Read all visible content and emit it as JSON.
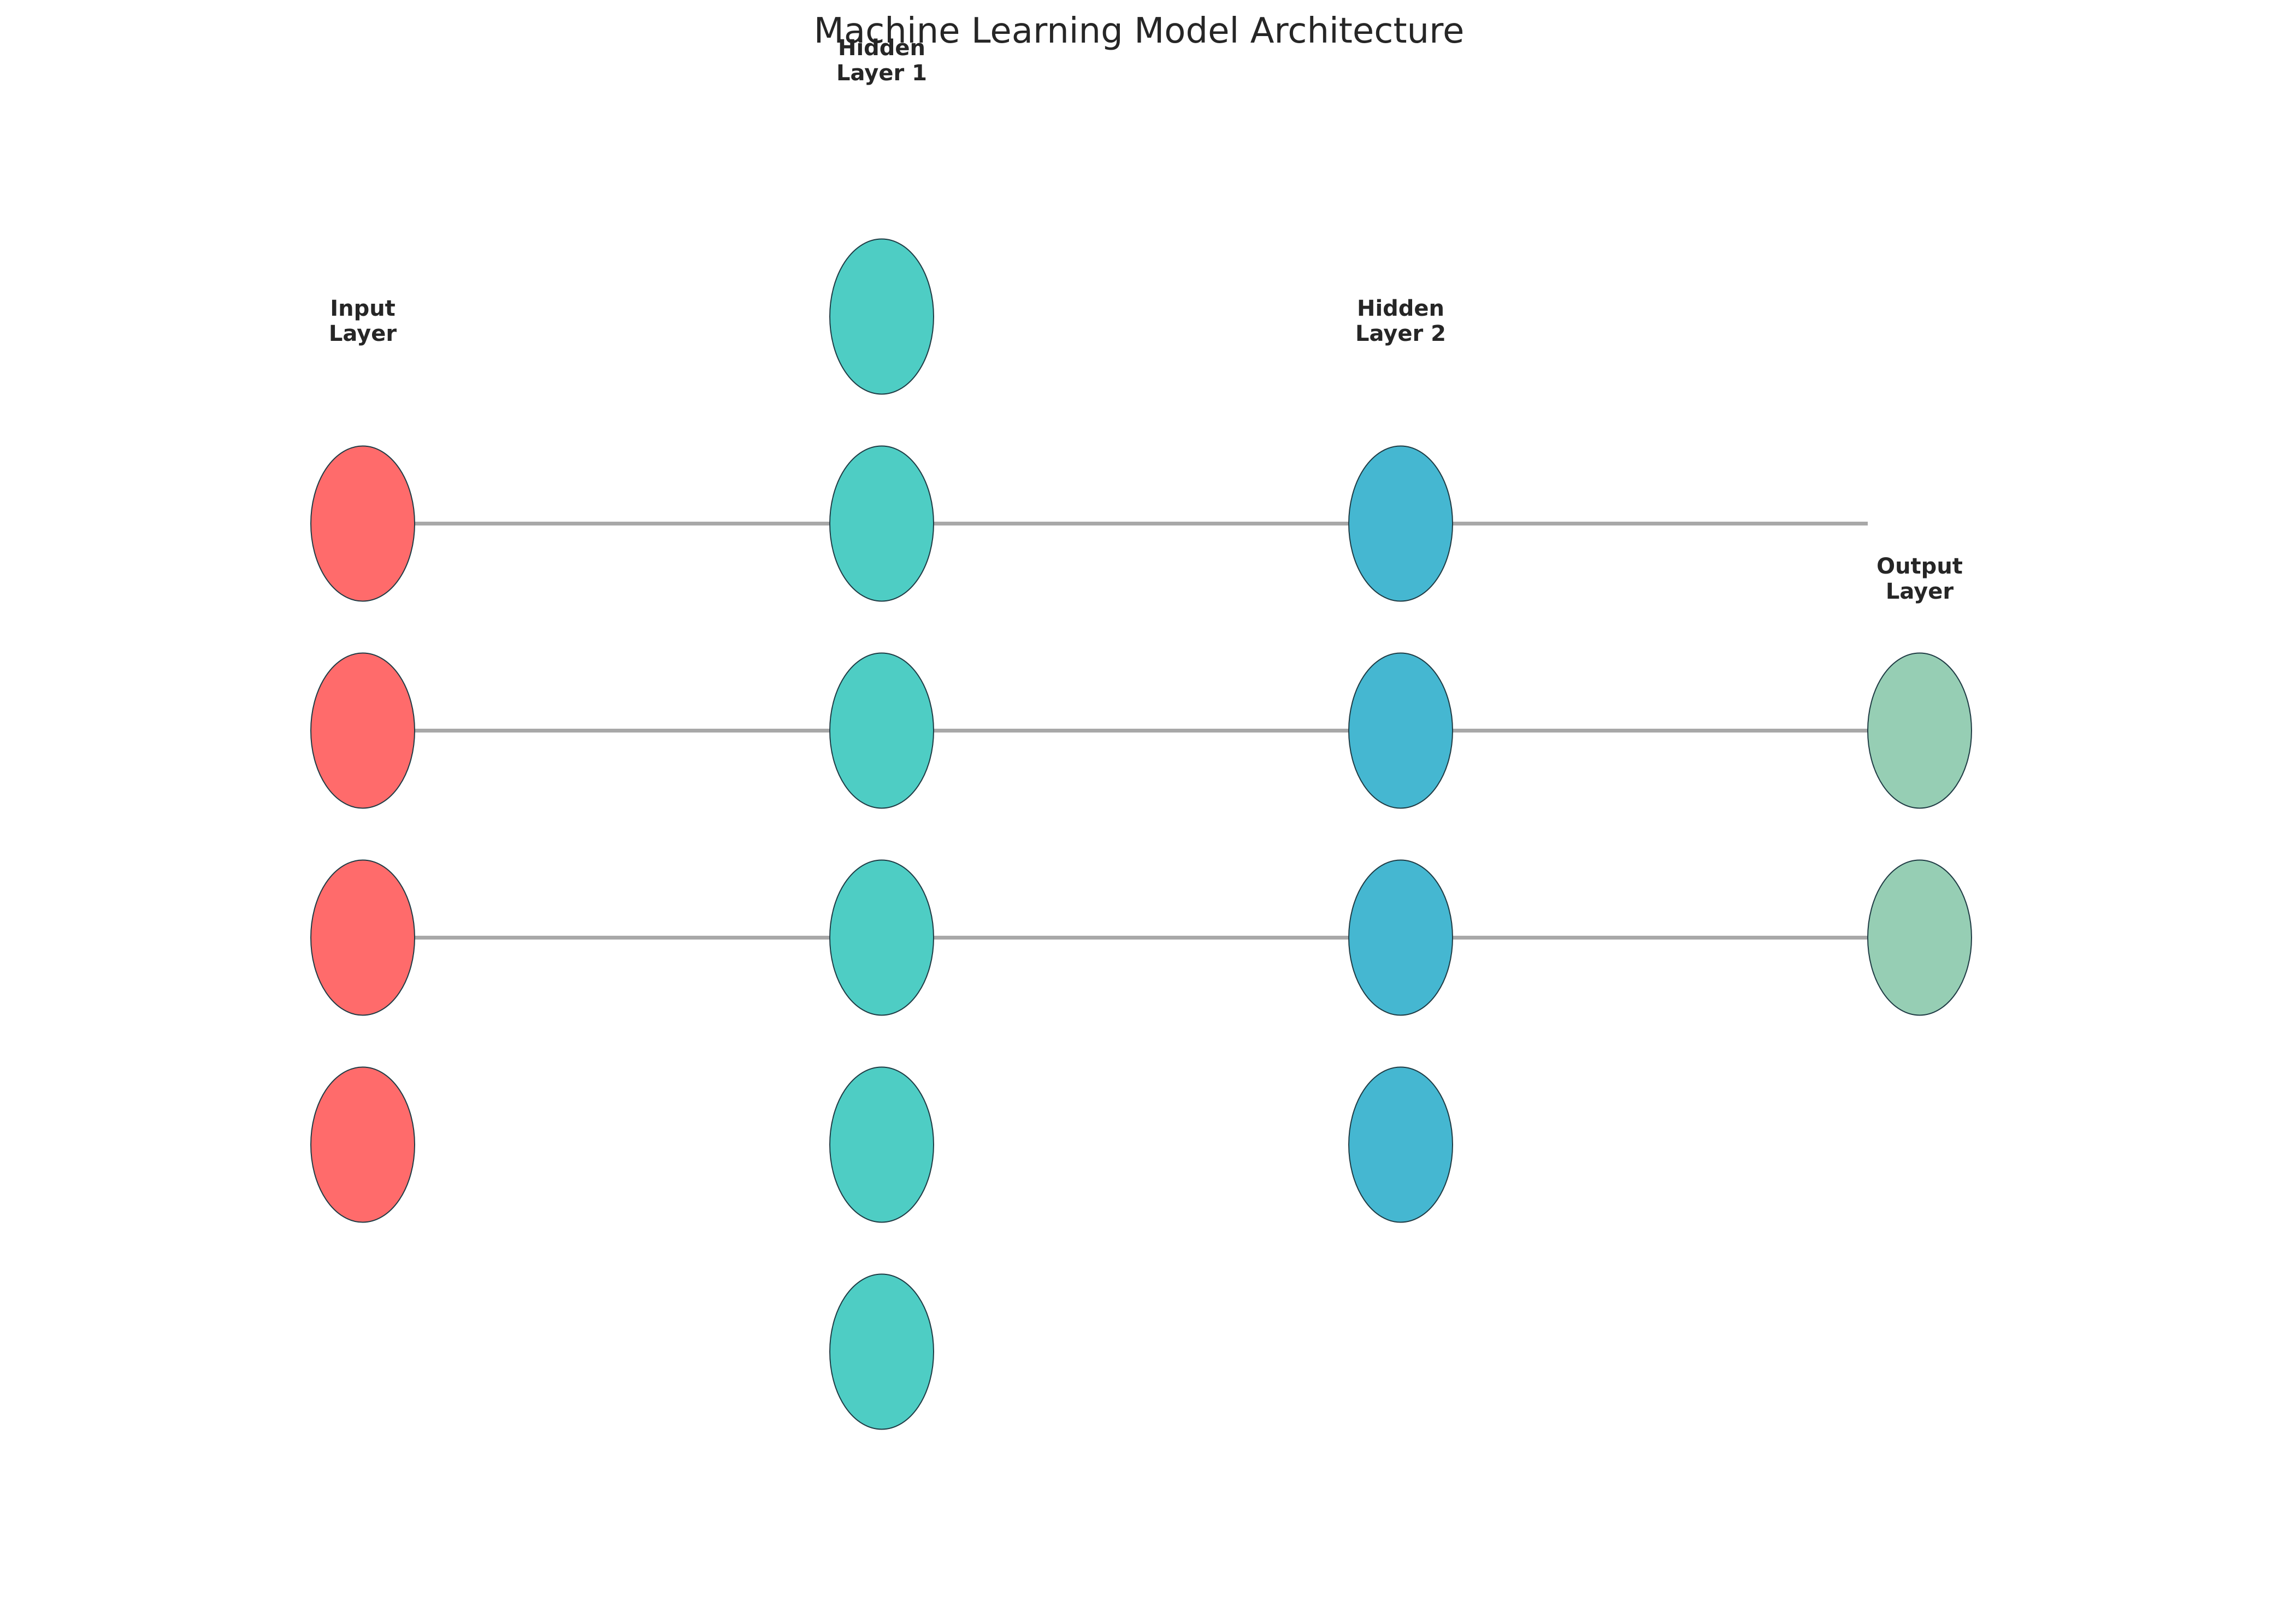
{
  "title": "Machine Learning Model Architecture",
  "layers": [
    {
      "label_lines": [
        "Input",
        "Layer"
      ],
      "color": "#FF6B6B",
      "nodes": 4
    },
    {
      "label_lines": [
        "Hidden",
        "Layer 1"
      ],
      "color": "#4ECDC4",
      "nodes": 6
    },
    {
      "label_lines": [
        "Hidden",
        "Layer 2"
      ],
      "color": "#45B7D1",
      "nodes": 4
    },
    {
      "label_lines": [
        "Output",
        "Layer"
      ],
      "color": "#96CEB4",
      "nodes": 2
    }
  ],
  "connections": [
    {
      "from_layer": 0,
      "from_node": 0,
      "to_layer": 1,
      "to_node": 1
    },
    {
      "from_layer": 1,
      "from_node": 1,
      "to_layer": 2,
      "to_node": 0
    },
    {
      "from_layer": 2,
      "from_node": 0,
      "to_layer": 3,
      "to_node": -1
    },
    {
      "from_layer": 0,
      "from_node": 1,
      "to_layer": 1,
      "to_node": 2
    },
    {
      "from_layer": 1,
      "from_node": 2,
      "to_layer": 2,
      "to_node": 1
    },
    {
      "from_layer": 2,
      "from_node": 1,
      "to_layer": 3,
      "to_node": 0
    },
    {
      "from_layer": 0,
      "from_node": 2,
      "to_layer": 1,
      "to_node": 3
    },
    {
      "from_layer": 1,
      "from_node": 3,
      "to_layer": 2,
      "to_node": 2
    },
    {
      "from_layer": 2,
      "from_node": 2,
      "to_layer": 3,
      "to_node": 1
    }
  ]
}
